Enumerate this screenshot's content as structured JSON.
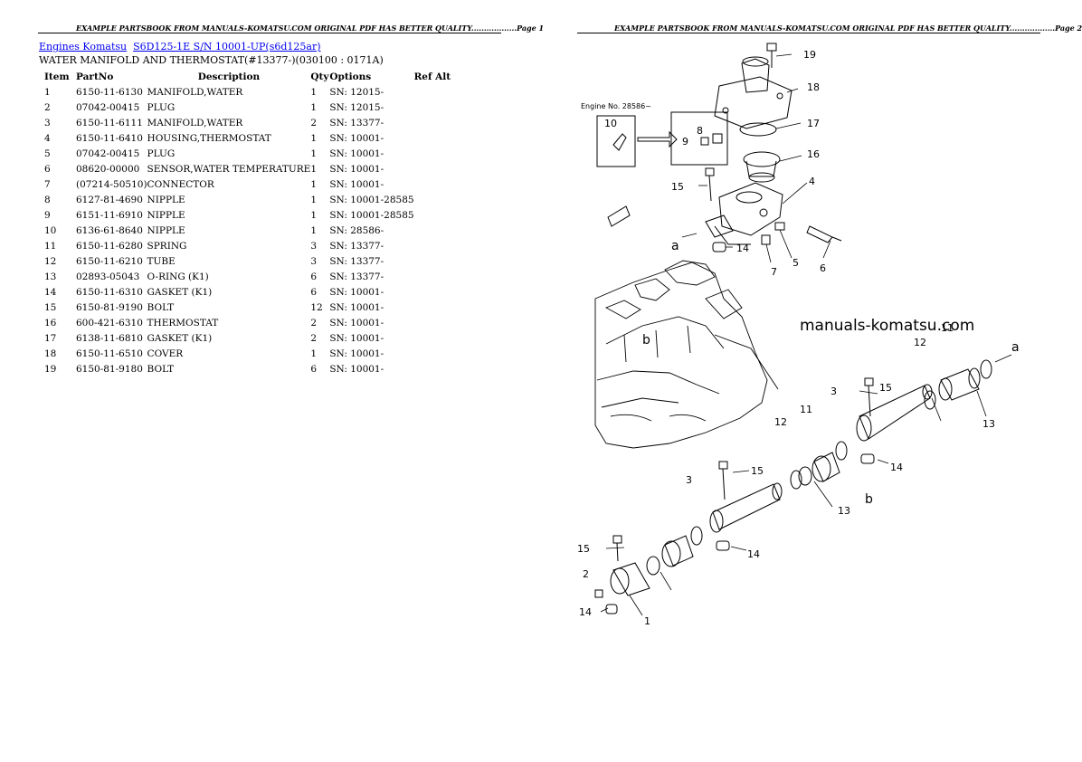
{
  "header": {
    "left": "EXAMPLE PARTSBOOK FROM MANUALS-KOMATSU.COM ORIGINAL PDF HAS BETTER QUALITY..................Page 1",
    "right": "EXAMPLE PARTSBOOK FROM MANUALS-KOMATSU.COM ORIGINAL PDF HAS BETTER QUALITY..................Page 2"
  },
  "breadcrumb": {
    "link1": "Engines Komatsu",
    "link2": "S6D125-1E S/N 10001-UP(s6d125ar)"
  },
  "section_title": "WATER MANIFOLD AND THERMOSTAT(#13377-)(030100 : 0171A)",
  "table": {
    "columns": [
      "Item",
      "PartNo",
      "Description",
      "Qty",
      "Options",
      "Ref Alt"
    ],
    "rows": [
      {
        "item": "1",
        "part": "6150-11-6130",
        "desc": "MANIFOLD,WATER",
        "qty": "1",
        "opt": "SN: 12015-"
      },
      {
        "item": "2",
        "part": "07042-00415",
        "desc": "PLUG",
        "qty": "1",
        "opt": "SN: 12015-"
      },
      {
        "item": "3",
        "part": "6150-11-6111",
        "desc": "MANIFOLD,WATER",
        "qty": "2",
        "opt": "SN: 13377-"
      },
      {
        "item": "4",
        "part": "6150-11-6410",
        "desc": "HOUSING,THERMOSTAT",
        "qty": "1",
        "opt": "SN: 10001-"
      },
      {
        "item": "5",
        "part": "07042-00415",
        "desc": "PLUG",
        "qty": "1",
        "opt": "SN: 10001-"
      },
      {
        "item": "6",
        "part": "08620-00000",
        "desc": "SENSOR,WATER TEMPERATURE",
        "qty": "1",
        "opt": "SN: 10001-"
      },
      {
        "item": "7",
        "part": "(07214-50510)",
        "desc": "CONNECTOR",
        "qty": "1",
        "opt": "SN: 10001-"
      },
      {
        "item": "8",
        "part": "6127-81-4690",
        "desc": "NIPPLE",
        "qty": "1",
        "opt": "SN: 10001-28585"
      },
      {
        "item": "9",
        "part": "6151-11-6910",
        "desc": "NIPPLE",
        "qty": "1",
        "opt": "SN: 10001-28585"
      },
      {
        "item": "10",
        "part": "6136-61-8640",
        "desc": "NIPPLE",
        "qty": "1",
        "opt": "SN: 28586-"
      },
      {
        "item": "11",
        "part": "6150-11-6280",
        "desc": "SPRING",
        "qty": "3",
        "opt": "SN: 13377-"
      },
      {
        "item": "12",
        "part": "6150-11-6210",
        "desc": "TUBE",
        "qty": "3",
        "opt": "SN: 13377-"
      },
      {
        "item": "13",
        "part": "02893-05043",
        "desc": "O-RING (K1)",
        "qty": "6",
        "opt": "SN: 13377-"
      },
      {
        "item": "14",
        "part": "6150-11-6310",
        "desc": "GASKET (K1)",
        "qty": "6",
        "opt": "SN: 10001-"
      },
      {
        "item": "15",
        "part": "6150-81-9190",
        "desc": "BOLT",
        "qty": "12",
        "opt": "SN: 10001-"
      },
      {
        "item": "16",
        "part": "600-421-6310",
        "desc": "THERMOSTAT",
        "qty": "2",
        "opt": "SN: 10001-"
      },
      {
        "item": "17",
        "part": "6138-11-6810",
        "desc": "GASKET (K1)",
        "qty": "2",
        "opt": "SN: 10001-"
      },
      {
        "item": "18",
        "part": "6150-11-6510",
        "desc": "COVER",
        "qty": "1",
        "opt": "SN: 10001-"
      },
      {
        "item": "19",
        "part": "6150-81-9180",
        "desc": "BOLT",
        "qty": "6",
        "opt": "SN: 10001-"
      }
    ]
  },
  "diagram": {
    "watermark": "manuals-komatsu.com",
    "engine_note": "Engine No. 28586~",
    "callouts": [
      "19",
      "18",
      "17",
      "16",
      "4",
      "6",
      "5",
      "7",
      "14",
      "15",
      "8",
      "9",
      "10",
      "a",
      "b",
      "12",
      "11",
      "3",
      "15",
      "13",
      "14",
      "b",
      "12",
      "11",
      "3",
      "15",
      "13",
      "14",
      "15",
      "2",
      "14",
      "1",
      "a"
    ]
  }
}
